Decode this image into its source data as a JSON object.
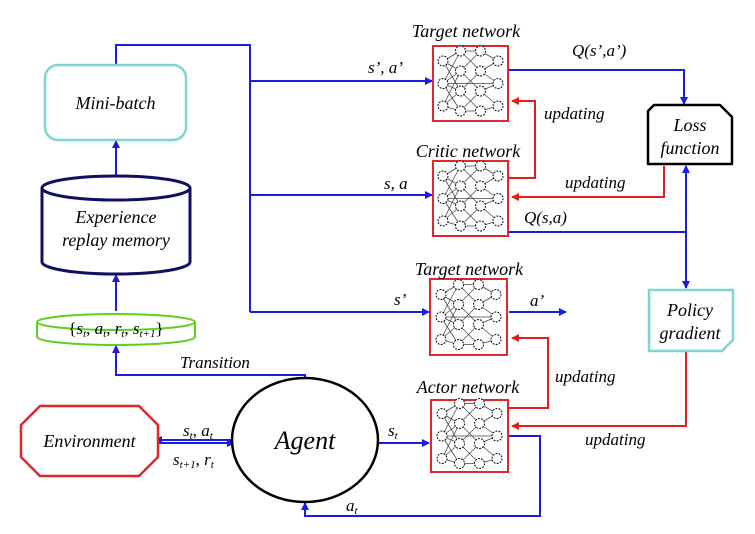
{
  "colors": {
    "blue_line": "#1c1ce0",
    "red_line": "#e02020",
    "teal_box": "#7fd6d0",
    "navy": "#101060",
    "green": "#60d020",
    "red_box": "#e02828"
  },
  "nodes": {
    "mini_batch": "Mini-batch",
    "memory_line1": "Experience",
    "memory_line2": "replay memory",
    "transition_tuple": {
      "open": "{",
      "s": "s",
      "s_sub": "t",
      "a": "a",
      "a_sub": "t",
      "r": "r",
      "r_sub": "t",
      "s2": "s",
      "s2_sub": "t+1",
      "close": "}"
    },
    "environment": "Environment",
    "agent": "Agent",
    "target_network_top": "Target network",
    "critic_network": "Critic network",
    "target_network_mid": "Target network",
    "actor_network": "Actor network",
    "loss_line1": "Loss",
    "loss_line2": "function",
    "policy_line1": "Policy",
    "policy_line2": "gradient"
  },
  "edges": {
    "transition": "Transition",
    "s_prime_a_prime": "s’, a’",
    "s_a": "s, a",
    "s_prime": "s’",
    "a_prime": "a’",
    "q_target": "Q(s’,a’)",
    "q_critic": "Q(s,a)",
    "updating_1": "updating",
    "updating_2": "updating",
    "updating_3": "updating",
    "updating_4": "updating",
    "agent_to_env": {
      "s": "s",
      "s_sub": "t",
      "sep": ", ",
      "a": "a",
      "a_sub": "t"
    },
    "env_to_agent": {
      "s": "s",
      "s_sub": "t+1",
      "sep": ", ",
      "r": "r",
      "r_sub": "t"
    },
    "agent_state": {
      "s": "s",
      "s_sub": "t"
    },
    "actor_action": {
      "a": "a",
      "a_sub": "t"
    }
  }
}
